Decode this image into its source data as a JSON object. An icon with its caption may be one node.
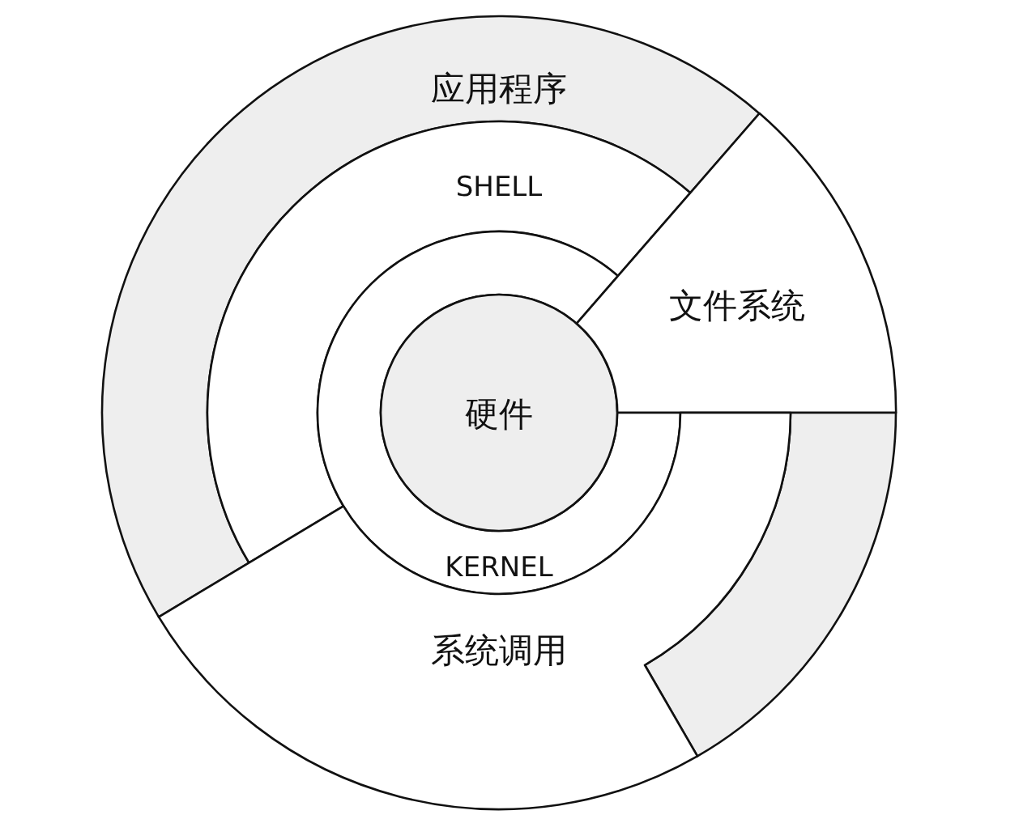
{
  "diagram": {
    "nodes": [
      {
        "text": [
          "应用程序"
        ]
      },
      {
        "text": [
          "SHELL"
        ],
        "in": 0
      },
      {
        "text": [
          "文件系统"
        ],
        "in": 0
      },
      {
        "text": [
          "硬件"
        ],
        "in": 4
      },
      {
        "text": [
          "KERNEL"
        ],
        "in": 1
      },
      {
        "text": [
          "系统调用"
        ],
        "in": 0
      }
    ]
  }
}
